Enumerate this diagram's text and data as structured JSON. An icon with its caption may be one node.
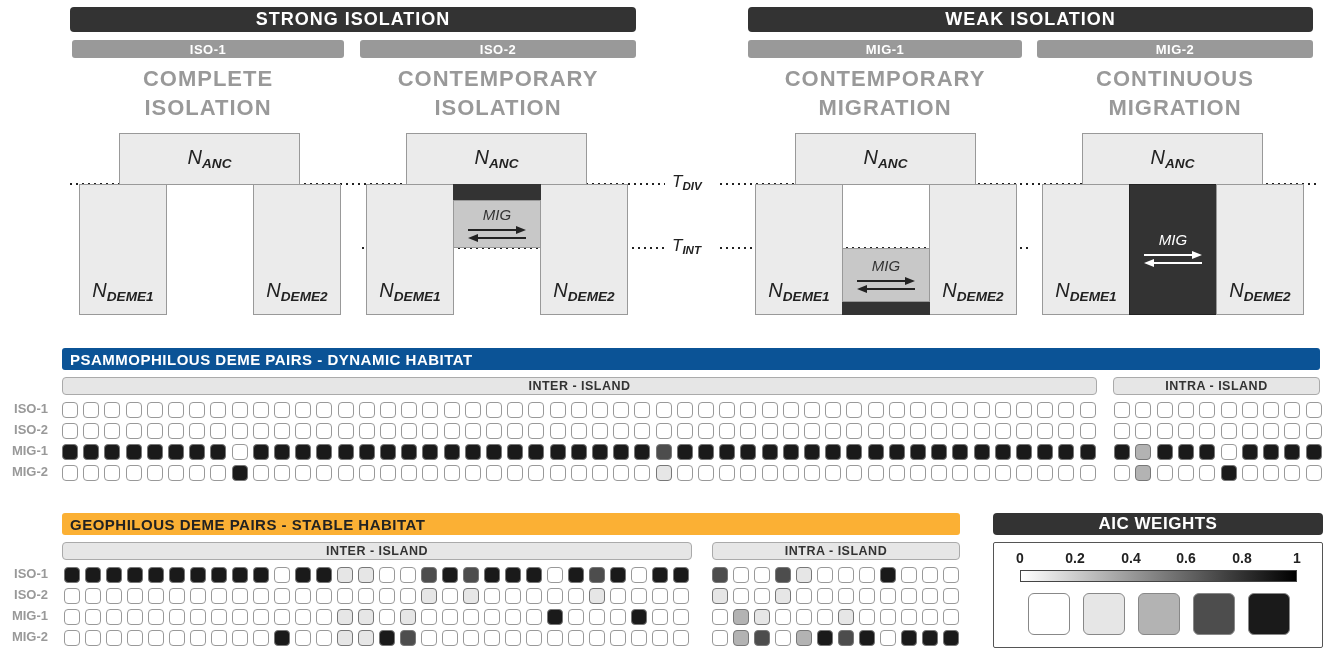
{
  "diagram": {
    "nodes": [
      {
        "text": [
          "STRONG ISOLATION"
        ]
      },
      {
        "text": [
          "WEAK ISOLATION"
        ]
      },
      {
        "text": [
          "ISO-1",
          "COMPLETE ISOLATION"
        ]
      },
      {
        "text": [
          "ISO-2",
          "CONTEMPORARY ISOLATION"
        ]
      },
      {
        "text": [
          "MIG-1",
          "CONTEMPORARY MIGRATION"
        ]
      },
      {
        "text": [
          "MIG-2",
          "CONTINUOUS MIGRATION"
        ]
      },
      {
        "text": [
          "N$_{ANC}$"
        ]
      },
      {
        "text": [
          "N$_{DEME1}$"
        ]
      },
      {
        "text": [
          "N$_{DEME2}$"
        ]
      },
      {
        "text": [
          "N$_{ANC}$"
        ]
      },
      {
        "text": [
          "N$_{DEME1}$"
        ]
      },
      {
        "text": [
          "N$_{DEME2}$"
        ]
      },
      {
        "text": [],
        "shape": "bar"
      },
      {
        "text": [
          "MIG"
        ]
      },
      {
        "text": [
          "N$_{ANC}$"
        ]
      },
      {
        "text": [
          "N$_{DEME1}$"
        ]
      },
      {
        "text": [
          "N$_{DEME2}$"
        ]
      },
      {
        "text": [
          "MIG"
        ]
      },
      {
        "text": [],
        "shape": "bar"
      },
      {
        "text": [
          "N$_{ANC}$"
        ]
      },
      {
        "text": [
          "N$_{DEME1}$"
        ]
      },
      {
        "text": [
          "MIG"
        ]
      },
      {
        "text": [
          "N$_{DEME2}$"
        ]
      },
      {
        "text": [
          "PSAMMOPHILOUS DEME PAIRS - DYNAMIC HABITAT"
        ]
      },
      {
        "text": [
          "INTER - ISLAND"
        ]
      },
      {
        "text": [
          "INTRA - ISLAND"
        ]
      },
      {
        "text": [
          "GEOPHILOUS DEME PAIRS - STABLE HABITAT"
        ]
      },
      {
        "text": [
          "INTER - ISLAND"
        ]
      },
      {
        "text": [
          "INTRA - ISLAND"
        ]
      },
      {
        "text": [
          "AIC WEIGHTS"
        ]
      }
    ],
    "edges": [],
    "labels": [
      "T$_{DIV}$",
      "T$_{INT}$",
      "ISO-1",
      "ISO-2",
      "MIG-1",
      "MIG-2",
      "0",
      "0.2",
      "0.4",
      "0.6",
      "0.8",
      "1",
      "ISO-1",
      "ISO-2",
      "MIG-1",
      "MIG-2"
    ]
  }
}
